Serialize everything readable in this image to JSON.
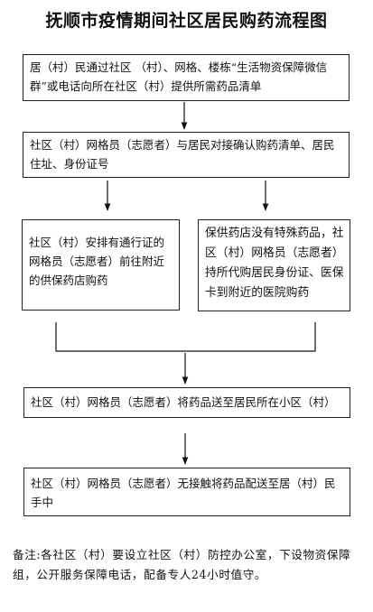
{
  "title": "抚顺市疫情期间社区居民购药流程图",
  "steps": {
    "step1": "居（村）民通过社区 （村）、网格、楼栋“生活物资保障微信群”或电话向所在社区（村）提供所需药品清单",
    "step2": "社区（村）网格员（志愿者）与居民对接确认购药清单、居民住址、身份证号",
    "step3_left": "社区（村）安排有通行证的网格员（志愿者）前往附近的供保药店购药",
    "step3_right": "保供药店没有特殊药品，社区（村）网格员（志愿者）持所代购居民身份证、医保卡到附近的医院购药",
    "step4": "社区（村）网格员（志愿者）将药品送至居民所在小区（村）",
    "step5": "社区（村）网格员（志愿者）无接触将药品配送至居（村）民手中"
  },
  "note": "备注:各社区（村）要设立社区（村）防控办公室，下设物资保障组，公开服务保障电话，配备专人24小时值守。"
}
